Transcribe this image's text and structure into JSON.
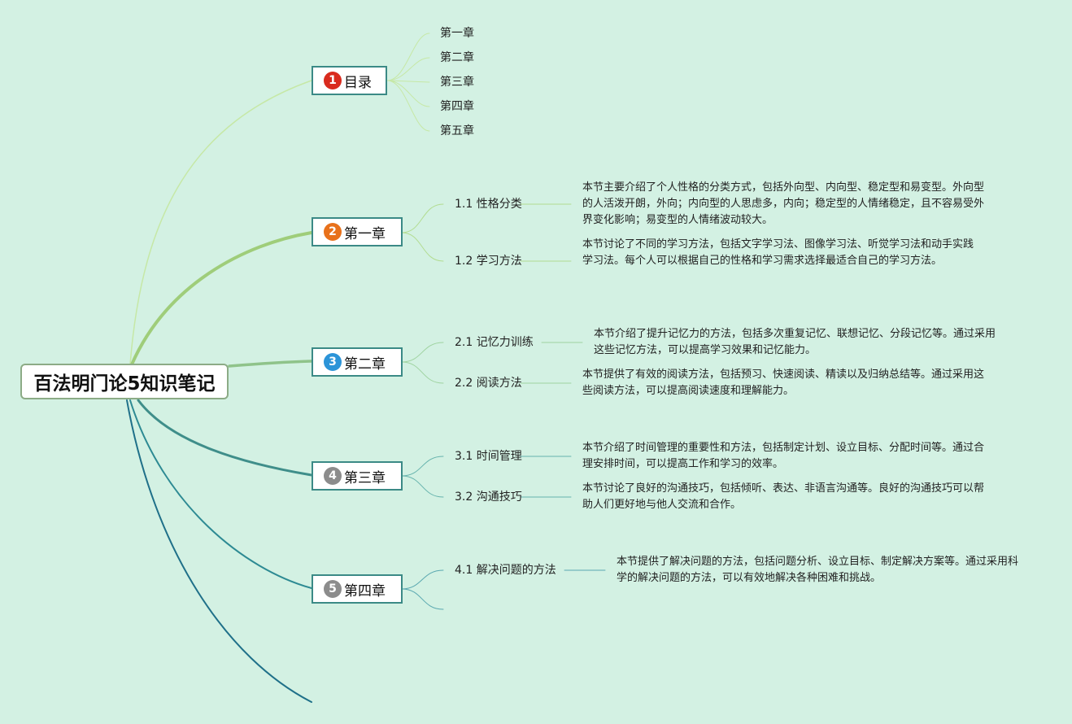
{
  "root": {
    "title": "百法明门论5知识笔记"
  },
  "colors": {
    "background": "#d3f1e3",
    "badge_red": "#d92b1e",
    "badge_orange": "#e8711b",
    "badge_blue": "#2c94d8",
    "badge_gray": "#8c8c8c"
  },
  "toc": {
    "badge": "1",
    "label": "目录",
    "items": [
      "第一章",
      "第二章",
      "第三章",
      "第四章",
      "第五章"
    ]
  },
  "ch1": {
    "badge": "2",
    "label": "第一章",
    "t1": "1.1 性格分类",
    "d1": "本节主要介绍了个人性格的分类方式，包括外向型、内向型、稳定型和易变型。外向型的人活泼开朗，外向；内向型的人思虑多，内向；稳定型的人情绪稳定，且不容易受外界变化影响；易变型的人情绪波动较大。",
    "t2": "1.2 学习方法",
    "d2": "本节讨论了不同的学习方法，包括文字学习法、图像学习法、听觉学习法和动手实践学习法。每个人可以根据自己的性格和学习需求选择最适合自己的学习方法。"
  },
  "ch2": {
    "badge": "3",
    "label": "第二章",
    "t1": "2.1 记忆力训练",
    "d1": "本节介绍了提升记忆力的方法，包括多次重复记忆、联想记忆、分段记忆等。通过采用这些记忆方法，可以提高学习效果和记忆能力。",
    "t2": "2.2 阅读方法",
    "d2": "本节提供了有效的阅读方法，包括预习、快速阅读、精读以及归纳总结等。通过采用这些阅读方法，可以提高阅读速度和理解能力。"
  },
  "ch3": {
    "badge": "4",
    "label": "第三章",
    "t1": "3.1 时间管理",
    "d1": "本节介绍了时间管理的重要性和方法，包括制定计划、设立目标、分配时间等。通过合理安排时间，可以提高工作和学习的效率。",
    "t2": "3.2 沟通技巧",
    "d2": "本节讨论了良好的沟通技巧，包括倾听、表达、非语言沟通等。良好的沟通技巧可以帮助人们更好地与他人交流和合作。"
  },
  "ch4": {
    "badge": "5",
    "label": "第四章",
    "t1": "4.1 解决问题的方法",
    "d1": "本节提供了解决问题的方法，包括问题分析、设立目标、制定解决方案等。通过采用科学的解决问题的方法，可以有效地解决各种困难和挑战。"
  }
}
